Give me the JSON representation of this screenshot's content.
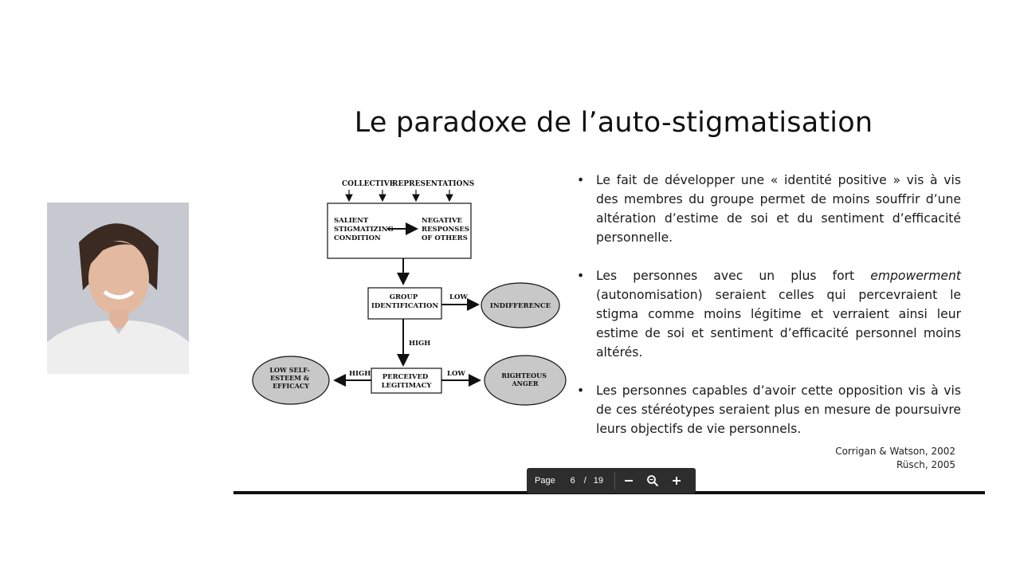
{
  "slide": {
    "title": "Le paradoxe de l’auto-stigmatisation",
    "bullets": [
      {
        "marker": "•",
        "text": "Le fait de développer une « identité positive » vis à vis des membres du groupe permet de moins souffrir d’une altération d’estime de soi et du sentiment d’efficacité personnelle."
      },
      {
        "marker": "•",
        "before": "Les personnes avec un plus fort ",
        "emph": "empowerment",
        "after": " (autonomisation) seraient celles qui percevraient le stigma comme moins légitime et verraient ainsi leur estime de soi et sentiment d’efficacité personnel moins altérés."
      },
      {
        "marker": "•",
        "text": "Les personnes capables d’avoir cette opposition vis à vis de ces stéréotypes seraient plus en mesure de poursuivre leurs objectifs de vie personnels."
      }
    ],
    "citations": [
      "Corrigan & Watson, 2002",
      "Rüsch, 2005"
    ]
  },
  "diagram": {
    "collective": "COLLECTIVE",
    "representations": "REPRESENTATIONS",
    "salient": [
      "SALIENT",
      "STIGMATIZING",
      "CONDITION"
    ],
    "negative": [
      "NEGATIVE",
      "RESPONSES",
      "OF OTHERS"
    ],
    "group": [
      "GROUP",
      "IDENTIFICATION"
    ],
    "low1": "LOW",
    "indifference": "INDIFFERENCE",
    "high1": "HIGH",
    "perceived": [
      "PERCEIVED",
      "LEGITIMACY"
    ],
    "high2": "HIGH",
    "low2": "LOW",
    "lowself": [
      "LOW SELF-",
      "ESTEEM &",
      "EFFICACY"
    ],
    "righteous": [
      "RIGHTEOUS",
      "ANGER"
    ]
  },
  "pager": {
    "label": "Page",
    "current": "6",
    "separator": "/",
    "total": "19",
    "icons": {
      "zoom_out": "minus-icon",
      "zoom_fit": "magnifier-icon",
      "zoom_in": "plus-icon"
    }
  },
  "colors": {
    "pager_bg": "#2d2d2d",
    "ellipse_fill": "#c8c8c8"
  }
}
